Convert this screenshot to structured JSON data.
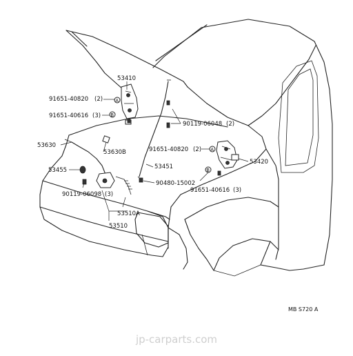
{
  "diagram": {
    "parts": {
      "hinge_left": "53410",
      "bolt_a_upper": "91651-40820",
      "bolt_a_upper_qty": "(2)",
      "bolt_b_upper": "91651-40616",
      "bolt_b_upper_qty": "(3)",
      "bolt_c": "90119-06048",
      "bolt_c_qty": "(2)",
      "release_cable": "53630",
      "cable_clamp": "53630B",
      "bolt_a_lower": "91651-40820",
      "bolt_a_lower_qty": "(2)",
      "hinge_right": "53420",
      "hood_support_rod": "53451",
      "rod_grommet": "53455",
      "clip": "90480-15002",
      "bolt_d": "90119-06098",
      "bolt_d_qty": "(3)",
      "bolt_b_lower": "91651-40616",
      "bolt_b_lower_qty": "(3)",
      "lock_sub": "53510A",
      "lock_assy": "53510",
      "marker_a": "A",
      "marker_b": "B"
    },
    "drawing_code": "MB S720 A",
    "watermark": "jp-carparts.com"
  }
}
